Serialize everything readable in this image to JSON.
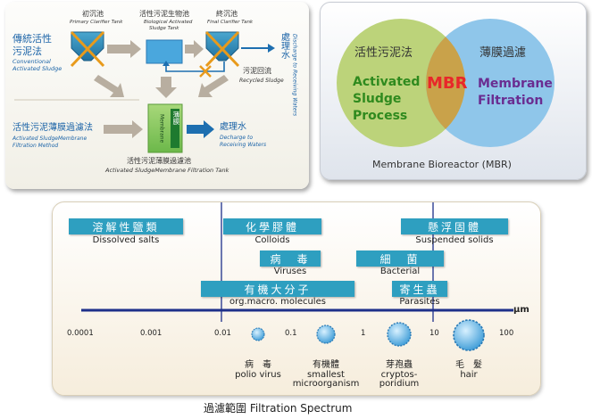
{
  "process": {
    "primary_cn": "初沉池",
    "primary_en": "Primary Clarifier Tank",
    "bio_cn": "活性污泥生物池",
    "bio_en1": "Biological Activated",
    "bio_en2": "Sludge Tank",
    "final_cn": "終沉池",
    "final_en": "Final Clarifier Tank",
    "conv_cn1": "傳統活性",
    "conv_cn2": "污泥法",
    "conv_en1": "Conventional",
    "conv_en2": "Activated Sludge",
    "treated_cn": "處理水",
    "discharge_vertical": "Discharge to Receiving Waters",
    "recycled_cn": "污泥回流",
    "recycled_en": "Recycled Sludge",
    "mbr_cn": "活性污泥薄膜過濾法",
    "mbr_en1": "Activated SludgeMembrane",
    "mbr_en2": "Filtration Method",
    "membrane_cn": "薄膜",
    "membrane_en": "Membrane",
    "treated2_cn": "處理水",
    "treated2_en1": "Decharge to",
    "treated2_en2": "Receiving Waters",
    "tank_cn": "活性污泥薄膜過濾池",
    "tank_en": "Activated SludgeMembrane Filtration Tank"
  },
  "venn": {
    "left_cn": "活性污泥法",
    "left_en1": "Activated",
    "left_en2": "Sludge",
    "left_en3": "Process",
    "center": "MBR",
    "right_cn": "薄膜過濾",
    "right_en1": "Membrane",
    "right_en2": "Filtration",
    "caption": "Membrane Bioreactor (MBR)"
  },
  "spectrum": {
    "unit": "μm",
    "ticks": [
      "0.0001",
      "0.001",
      "0.01",
      "0.1",
      "1",
      "10",
      "100"
    ],
    "bars": [
      {
        "cn": "溶解性鹽類",
        "en": "Dissolved salts"
      },
      {
        "cn": "化學膠體",
        "en": "Colloids"
      },
      {
        "cn": "懸浮固體",
        "en": "Suspended solids"
      },
      {
        "cn": "病　毒",
        "en": "Viruses"
      },
      {
        "cn": "細　菌",
        "en": "Bacterial"
      },
      {
        "cn": "有機大分子",
        "en": "org.macro. molecules"
      },
      {
        "cn": "寄生蟲",
        "en": "Parasites"
      }
    ],
    "organisms": [
      {
        "cn": "病　毒",
        "en1": "polio virus",
        "en2": ""
      },
      {
        "cn": "有機體",
        "en1": "smallest",
        "en2": "microorganism"
      },
      {
        "cn": "芽孢蟲",
        "en1": "cryptos-",
        "en2": "poridium"
      },
      {
        "cn": "毛　髮",
        "en1": "hair",
        "en2": ""
      }
    ],
    "caption": "過濾範圍 Filtration Spectrum"
  },
  "colors": {
    "bar_blue": "#2e9fc0",
    "venn_green": "#bcd37a",
    "venn_blue": "#8fc6ea",
    "mbr_red": "#e8272a",
    "purple_text": "#6a2d91",
    "green_text": "#2f8a1e"
  }
}
